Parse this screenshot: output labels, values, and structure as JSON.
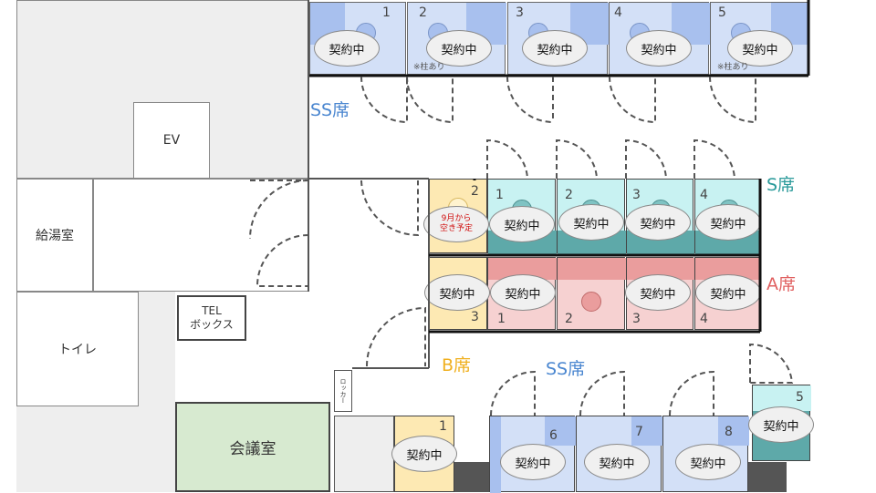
{
  "rooms": {
    "ev": "EV",
    "kitchen": "給湯室",
    "toilet": "トイレ",
    "tel_line1": "TEL",
    "tel_line2": "ボックス",
    "meeting": "会議室",
    "locker": "ロッカー"
  },
  "zones": {
    "ss_top": "SS席",
    "s": "S席",
    "a": "A席",
    "b": "B席",
    "ss_bottom": "SS席"
  },
  "colors": {
    "ss": "#c7d6f2",
    "ss_accent": "#a8c0ee",
    "s": "#c8f2f2",
    "s_accent": "#5ea9a9",
    "a": "#f4c8c8",
    "a_accent": "#e99b9b",
    "b": "#fde9b3",
    "meeting": "#d7ead0",
    "gray_area": "#eeeeee",
    "contracted_text": "契約中"
  },
  "status": {
    "contracted": "契約中",
    "upcoming_line1": "9月から",
    "upcoming_line2": "空き予定"
  },
  "notes": {
    "pillar": "※柱あり"
  },
  "seats": {
    "ss_top_numbers": [
      "1",
      "2",
      "3",
      "4",
      "5"
    ],
    "s_numbers": [
      "1",
      "2",
      "3",
      "4"
    ],
    "a_numbers": [
      "1",
      "2",
      "3",
      "4"
    ],
    "b_numbers": [
      "2",
      "3"
    ],
    "ss_bottom_numbers": [
      "1",
      "6",
      "7",
      "8",
      "5"
    ]
  }
}
